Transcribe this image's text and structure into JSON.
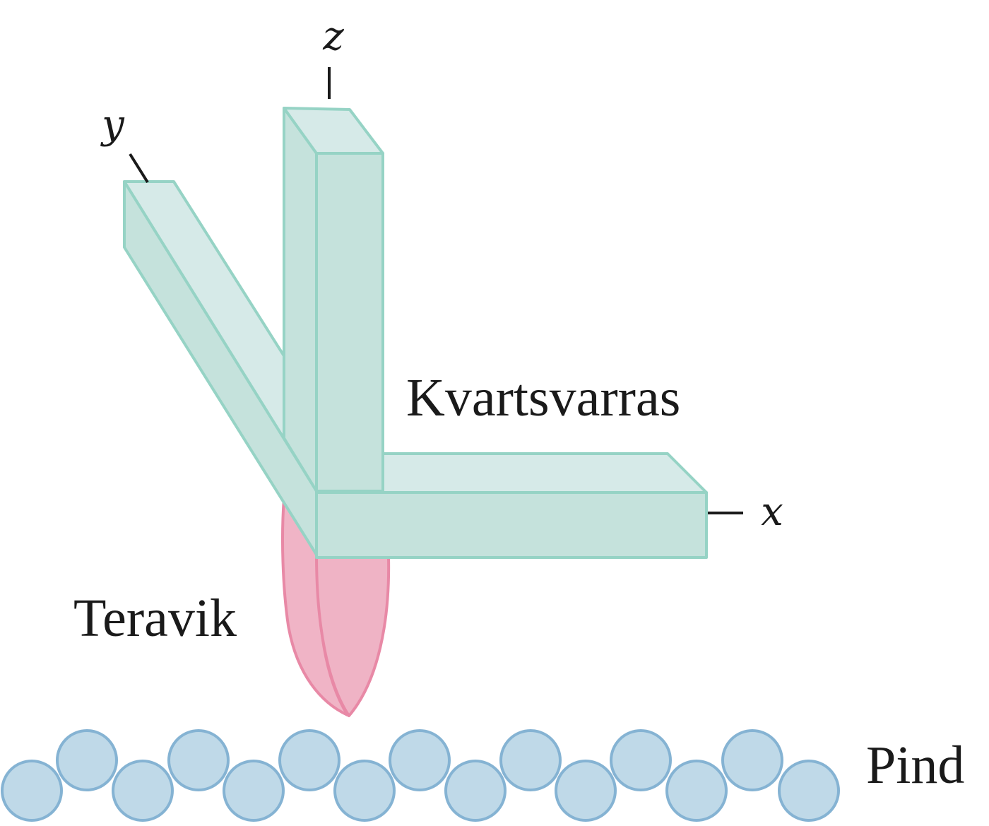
{
  "axes": {
    "x_label": "x",
    "y_label": "y",
    "z_label": "z"
  },
  "labels": {
    "cantilever": "Kvartsvarras",
    "tip": "Teravik",
    "surface": "Pind"
  },
  "colors": {
    "beam_fill": "#c5e2dc",
    "beam_top_fill": "#d6eae8",
    "beam_stroke": "#96d3c5",
    "tip_fill": "#efb3c5",
    "tip_stroke": "#e889a6",
    "atom_fill": "#bfd9e8",
    "atom_stroke": "#85b3d3"
  }
}
